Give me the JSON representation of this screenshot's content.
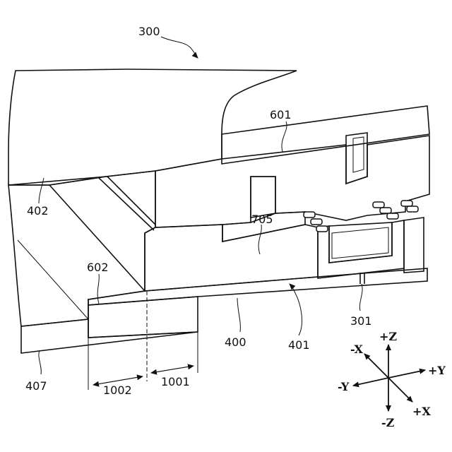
{
  "labels": {
    "l300": "300",
    "l601": "601",
    "l402": "402",
    "l705": "705",
    "l602": "602",
    "l400": "400",
    "l401": "401",
    "l301": "301",
    "l407": "407",
    "l1002": "1002",
    "l1001": "1001"
  },
  "axes": {
    "pz": "+Z",
    "nz": "-Z",
    "nx": "-X",
    "px": "+X",
    "py": "+Y",
    "ny": "-Y"
  }
}
